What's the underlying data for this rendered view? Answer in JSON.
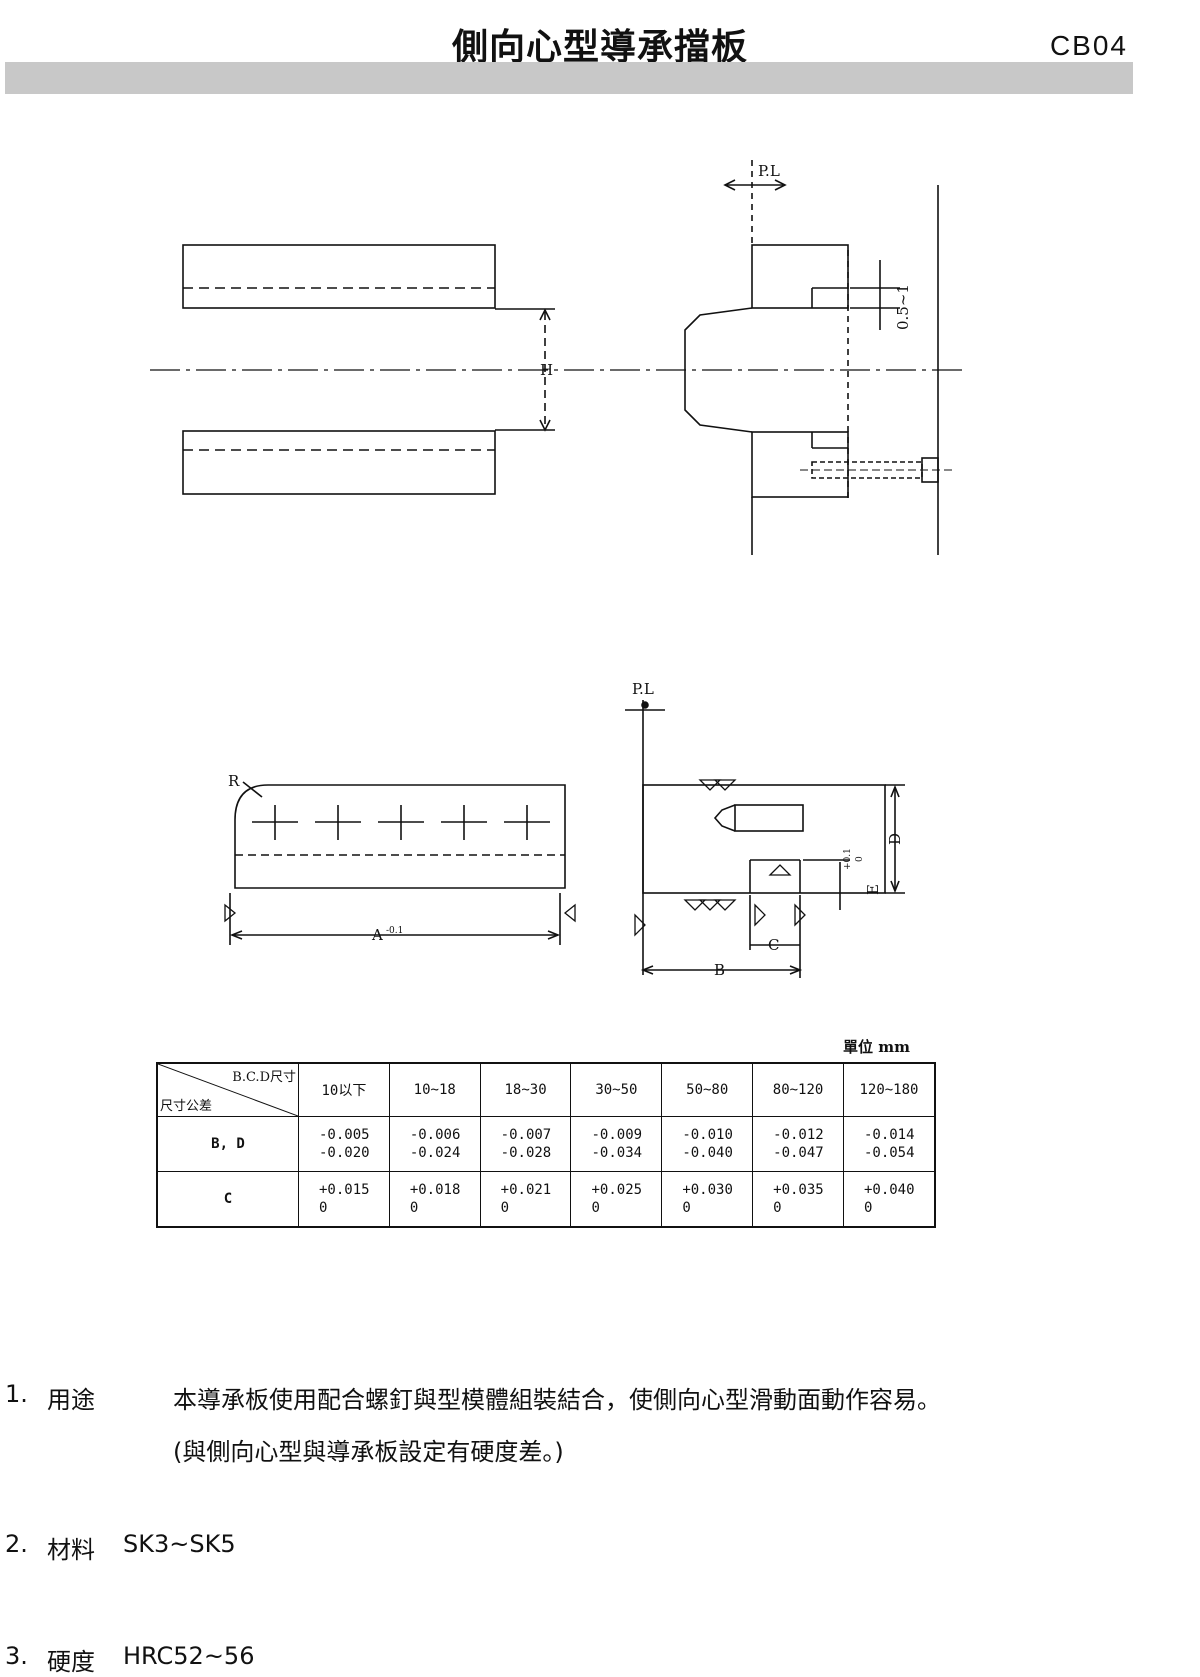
{
  "header": {
    "title": "側向心型導承擋板",
    "code": "CB04"
  },
  "drawing_labels": {
    "pl_top": "P.L",
    "dim_gap": "0.5~1",
    "h_label": "H",
    "pl_bottom": "P.L",
    "r_label": "R",
    "a_label": "A",
    "a_tol": "-0.1",
    "b_label": "B",
    "c_label": "C",
    "d_label": "D",
    "e_label": "E",
    "e_tol_top": "+0.1",
    "e_tol_bot": "0"
  },
  "table": {
    "unit": "單位 mm",
    "corner_top": "B.C.D尺寸",
    "corner_bottom": "尺寸公差",
    "columns": [
      "10以下",
      "10~18",
      "18~30",
      "30~50",
      "50~80",
      "80~120",
      "120~180"
    ],
    "rows": [
      {
        "label": "B, D",
        "values": [
          [
            "-0.005",
            "-0.020"
          ],
          [
            "-0.006",
            "-0.024"
          ],
          [
            "-0.007",
            "-0.028"
          ],
          [
            "-0.009",
            "-0.034"
          ],
          [
            "-0.010",
            "-0.040"
          ],
          [
            "-0.012",
            "-0.047"
          ],
          [
            "-0.014",
            "-0.054"
          ]
        ]
      },
      {
        "label": "C",
        "values": [
          [
            "+0.015",
            "0"
          ],
          [
            "+0.018",
            "0"
          ],
          [
            "+0.021",
            "0"
          ],
          [
            "+0.025",
            "0"
          ],
          [
            "+0.030",
            "0"
          ],
          [
            "+0.035",
            "0"
          ],
          [
            "+0.040",
            "0"
          ]
        ]
      }
    ]
  },
  "notes": {
    "n1_num": "1.",
    "n1_key": "用途",
    "n1_text": "本導承板使用配合螺釘與型模體組裝結合，使側向心型滑動面動作容易。",
    "n1_text2": "(與側向心型與導承板設定有硬度差。)",
    "n2_num": "2.",
    "n2_key": "材料",
    "n2_value": "SK3~SK5",
    "n3_num": "3.",
    "n3_key": "硬度",
    "n3_value": "HRC52~56"
  }
}
